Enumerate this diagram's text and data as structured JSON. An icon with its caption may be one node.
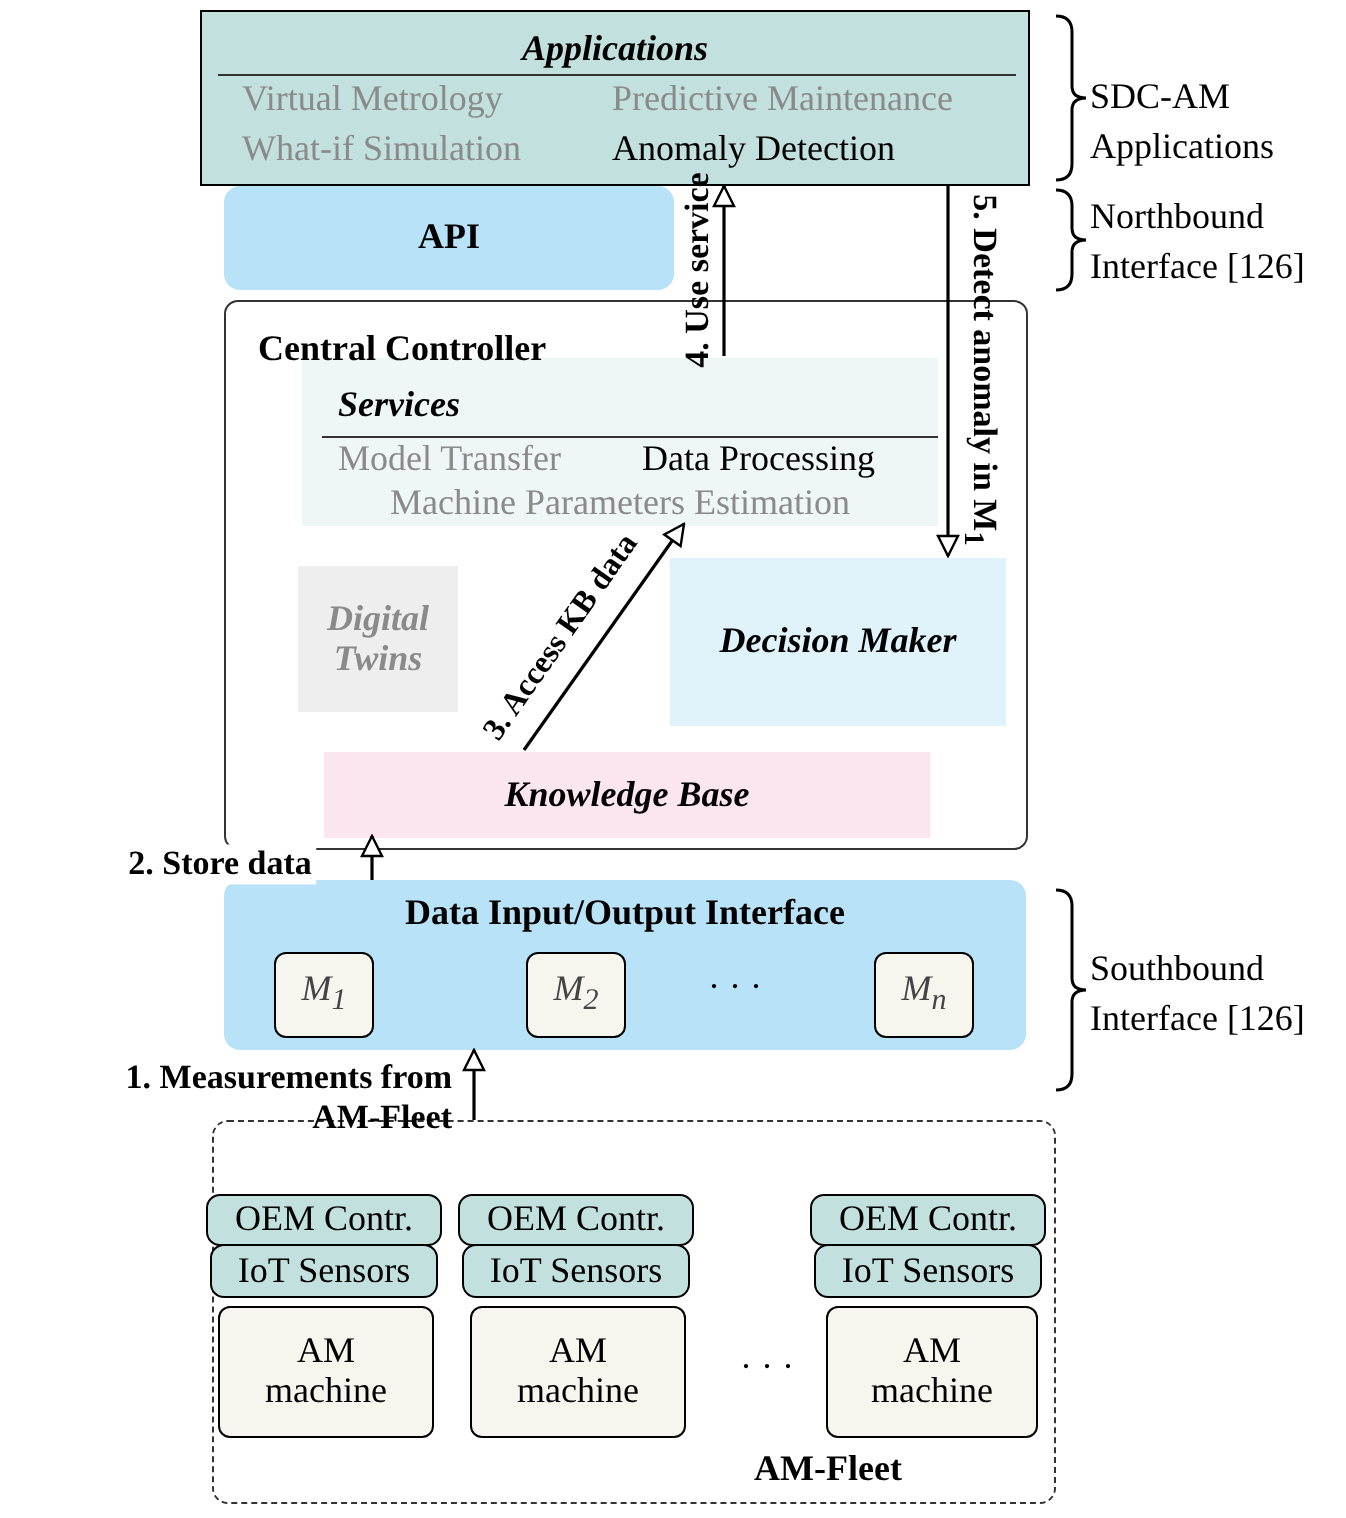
{
  "diagram": {
    "nodes": [
      {
        "text": [
          "Applications",
          "Virtual Metrology",
          "Predictive Maintenance",
          "What-if Simulation",
          "Anomaly Detection"
        ]
      },
      {
        "text": [
          "API"
        ]
      },
      {
        "text": [
          "Central Controller"
        ]
      },
      {
        "text": [
          "Services",
          "Model Transfer",
          "Data Processing",
          "Machine Parameters Estimation"
        ],
        "in": 2
      },
      {
        "text": [
          "Digital Twins"
        ],
        "in": 2
      },
      {
        "text": [
          "Decision Maker"
        ],
        "in": 2
      },
      {
        "text": [
          "Knowledge Base"
        ],
        "in": 2
      },
      {
        "text": [
          "Data Input/Output Interface"
        ]
      },
      {
        "text": [
          "M$_{1}$"
        ],
        "in": 7
      },
      {
        "text": [
          "M$_{2}$"
        ],
        "in": 7
      },
      {
        "text": [
          "M$_{n}$"
        ],
        "in": 7
      },
      {
        "text": [
          "AM-Fleet"
        ]
      },
      {
        "text": [
          "OEM Contr."
        ],
        "in": 11
      },
      {
        "text": [
          "OEM Contr."
        ],
        "in": 11
      },
      {
        "text": [
          "OEM Contr."
        ],
        "in": 11
      },
      {
        "text": [
          "IoT Sensors"
        ],
        "in": 11
      },
      {
        "text": [
          "IoT Sensors"
        ],
        "in": 11
      },
      {
        "text": [
          "IoT Sensors"
        ],
        "in": 11
      },
      {
        "text": [
          "AM machine"
        ],
        "in": 11
      },
      {
        "text": [
          "AM machine"
        ],
        "in": 11
      },
      {
        "text": [
          "AM machine"
        ],
        "in": 11
      }
    ],
    "edges": [
      {
        "from": 11,
        "to": 7,
        "arrow": "to",
        "label": "1. Measurements from AM-Fleet"
      },
      {
        "from": 7,
        "to": 6,
        "arrow": "to",
        "label": "2. Store data"
      },
      {
        "from": 6,
        "to": 3,
        "arrow": "to",
        "label": "3. Access KB data"
      },
      {
        "from": 3,
        "to": 0,
        "arrow": "to",
        "label": "4. Use service"
      },
      {
        "from": 0,
        "to": 5,
        "arrow": "to",
        "label": "5. Detect anomaly in M$_{1}$"
      }
    ],
    "labels": [
      "SDC-AM Applications",
      "Northbound Interface [126]",
      "· · ·",
      "Southbound Interface [126]",
      "· · ·"
    ]
  }
}
